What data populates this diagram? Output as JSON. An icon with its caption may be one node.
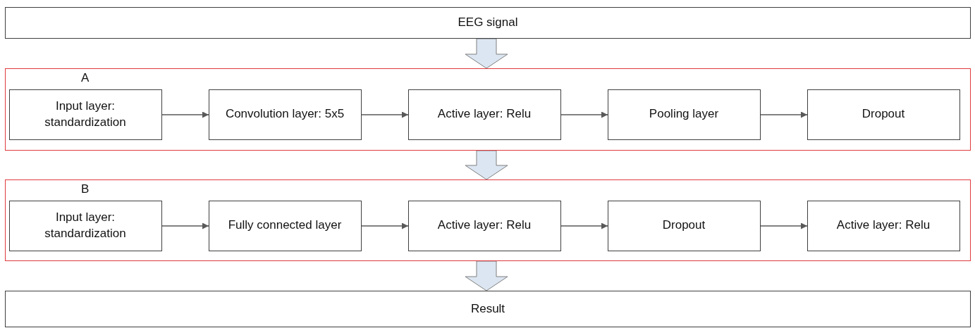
{
  "diagram": {
    "nodes": [
      {
        "text": [
          "EEG signal"
        ]
      },
      {
        "text": [
          "A"
        ]
      },
      {
        "text": [
          "Input layer: standardization"
        ],
        "in": 1
      },
      {
        "text": [
          "Convolution layer: 5x5"
        ],
        "in": 1
      },
      {
        "text": [
          "Active layer: Relu"
        ],
        "in": 1
      },
      {
        "text": [
          "Pooling layer"
        ],
        "in": 1
      },
      {
        "text": [
          "Dropout"
        ],
        "in": 1
      },
      {
        "text": [
          "B"
        ]
      },
      {
        "text": [
          "Input layer: standardization"
        ],
        "in": 7
      },
      {
        "text": [
          "Fully connected layer"
        ],
        "in": 7
      },
      {
        "text": [
          "Active layer: Relu"
        ],
        "in": 7
      },
      {
        "text": [
          "Dropout"
        ],
        "in": 7
      },
      {
        "text": [
          "Active layer: Relu"
        ],
        "in": 7
      },
      {
        "text": [
          "Result"
        ]
      }
    ],
    "edges": [
      {
        "from": 0,
        "to": 1,
        "arrow": "to",
        "style": "thick",
        "color": "#dce6f2"
      },
      {
        "from": 2,
        "to": 3,
        "arrow": "to"
      },
      {
        "from": 3,
        "to": 4,
        "arrow": "to"
      },
      {
        "from": 4,
        "to": 5,
        "arrow": "to"
      },
      {
        "from": 5,
        "to": 6,
        "arrow": "to"
      },
      {
        "from": 1,
        "to": 7,
        "arrow": "to",
        "style": "thick",
        "color": "#dce6f2"
      },
      {
        "from": 8,
        "to": 9,
        "arrow": "to"
      },
      {
        "from": 9,
        "to": 10,
        "arrow": "to"
      },
      {
        "from": 10,
        "to": 11,
        "arrow": "to"
      },
      {
        "from": 11,
        "to": 12,
        "arrow": "to"
      },
      {
        "from": 7,
        "to": 13,
        "arrow": "to",
        "style": "thick",
        "color": "#dce6f2"
      }
    ]
  }
}
